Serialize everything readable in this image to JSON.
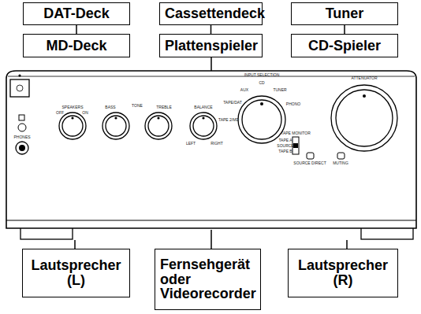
{
  "diagram": {
    "nodes": [
      {
        "text": [
          "DAT-Deck"
        ]
      },
      {
        "text": [
          "Cassettendeck"
        ]
      },
      {
        "text": [
          "Tuner"
        ]
      },
      {
        "text": [
          "MD-Deck"
        ]
      },
      {
        "text": [
          "Plattenspieler"
        ]
      },
      {
        "text": [
          "CD-Spieler"
        ]
      },
      {
        "text": [
          "Lautsprecher (L)"
        ]
      },
      {
        "text": [
          "Fernsehgerät oder Videorecorder"
        ]
      },
      {
        "text": [
          "Lautsprecher (R)"
        ]
      }
    ],
    "edges": [
      {
        "from": 0,
        "to": 3,
        "arrow": "none"
      },
      {
        "from": 1,
        "to": 4,
        "arrow": "none"
      },
      {
        "from": 2,
        "to": 5,
        "arrow": "none"
      }
    ],
    "labels": [
      "SPEAKERS",
      "OFF",
      "ON",
      "BASS",
      "TONE",
      "TREBLE",
      "BALANCE",
      "LEFT",
      "RIGHT",
      "PHONES",
      "INPUT SELECTION",
      "TAPE 2/MD",
      "TAPE/DAT",
      "AUX",
      "CD",
      "TUNER",
      "PHONO",
      "TAPE MONITOR",
      "TAPE A",
      "SOURCE",
      "TAPE B",
      "SOURCE DIRECT",
      "MUTING",
      "ATTENUATOR"
    ]
  }
}
